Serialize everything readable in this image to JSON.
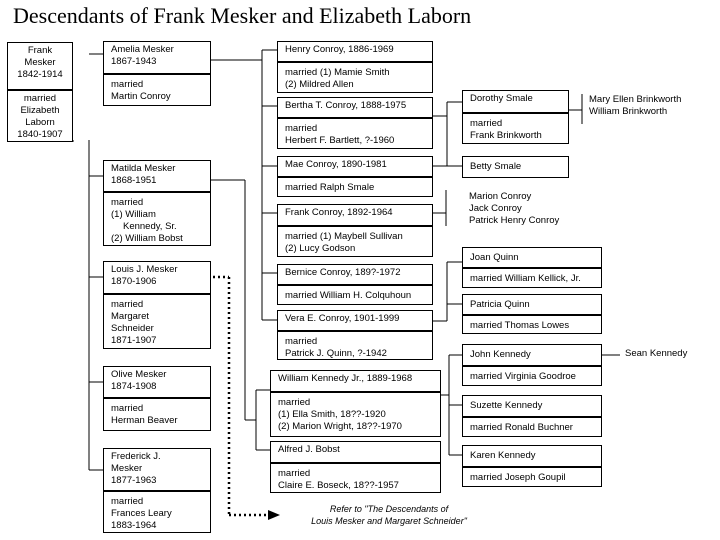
{
  "title": "Descendants of Frank Mesker and Elizabeth Laborn",
  "root": {
    "name": [
      "Frank",
      "Mesker",
      "1842-1914"
    ],
    "spouse": [
      "married",
      "Elizabeth",
      "Laborn",
      "1840-1907"
    ]
  },
  "children": [
    {
      "name": [
        "Amelia Mesker",
        "1867-1943"
      ],
      "spouse": [
        "married",
        "Martin Conroy"
      ]
    },
    {
      "name": [
        "Matilda Mesker",
        "1868-1951"
      ],
      "spouse": [
        "married",
        "(1) William",
        "Kennedy, Sr.",
        "(2) William Bobst"
      ]
    },
    {
      "name": [
        "Louis J. Mesker",
        "1870-1906"
      ],
      "spouse": [
        "married",
        "Margaret",
        "Schneider",
        "1871-1907"
      ]
    },
    {
      "name": [
        "Olive Mesker",
        "1874-1908"
      ],
      "spouse": [
        "married",
        "Herman Beaver"
      ]
    },
    {
      "name": [
        "Frederick J.",
        "Mesker",
        "1877-1963"
      ],
      "spouse": [
        "married",
        "Frances Leary",
        "1883-1964"
      ]
    }
  ],
  "conroy": [
    {
      "name": [
        "Henry Conroy, 1886-1969"
      ],
      "spouse": [
        "married (1) Mamie Smith",
        "(2) Mildred Allen"
      ]
    },
    {
      "name": [
        "Bertha T. Conroy, 1888-1975"
      ],
      "spouse": [
        "married",
        "Herbert F. Bartlett,  ?-1960"
      ]
    },
    {
      "name": [
        "Mae Conroy, 1890-1981"
      ],
      "spouse": [
        "married Ralph Smale"
      ]
    },
    {
      "name": [
        "Frank Conroy, 1892-1964"
      ],
      "spouse": [
        "married (1) Maybell Sullivan",
        "(2) Lucy Godson"
      ]
    },
    {
      "name": [
        "Bernice Conroy, 189?-1972"
      ],
      "spouse": [
        "married William H. Colquhoun"
      ]
    },
    {
      "name": [
        "Vera E. Conroy, 1901-1999"
      ],
      "spouse": [
        "married",
        "Patrick J. Quinn, ?-1942"
      ]
    }
  ],
  "matilda_children": [
    {
      "name": [
        "William Kennedy Jr., 1889-1968"
      ],
      "spouse": [
        "married",
        "(1) Ella Smith, 18??-1920",
        "(2) Marion Wright, 18??-1970"
      ]
    },
    {
      "name": [
        "Alfred J. Bobst"
      ],
      "spouse": [
        "married",
        "Claire E. Boseck, 18??-1957"
      ]
    }
  ],
  "smale": [
    {
      "name": [
        "Dorothy Smale"
      ],
      "spouse": [
        "married",
        "Frank Brinkworth"
      ]
    },
    {
      "name": [
        "Betty Smale"
      ]
    }
  ],
  "brinkworth": [
    "Mary Ellen Brinkworth",
    "William Brinkworth"
  ],
  "frank_conroy_children": [
    "Marion Conroy",
    "Jack Conroy",
    "Patrick Henry Conroy"
  ],
  "quinn": [
    {
      "name": [
        "Joan Quinn"
      ],
      "spouse": [
        "married William Kellick, Jr."
      ]
    },
    {
      "name": [
        "Patricia Quinn"
      ],
      "spouse": [
        "married Thomas Lowes"
      ]
    }
  ],
  "kennedy": [
    {
      "name": [
        "John Kennedy"
      ],
      "spouse": [
        "married Virginia Goodroe"
      ]
    },
    {
      "name": [
        "Suzette Kennedy"
      ],
      "spouse": [
        "married Ronald Buchner"
      ]
    },
    {
      "name": [
        "Karen Kennedy"
      ],
      "spouse": [
        "married Joseph Goupil"
      ]
    }
  ],
  "john_kennedy_child": "Sean Kennedy",
  "reference": [
    "Refer to \"The Descendants of",
    "Louis Mesker and Margaret Schneider\""
  ]
}
